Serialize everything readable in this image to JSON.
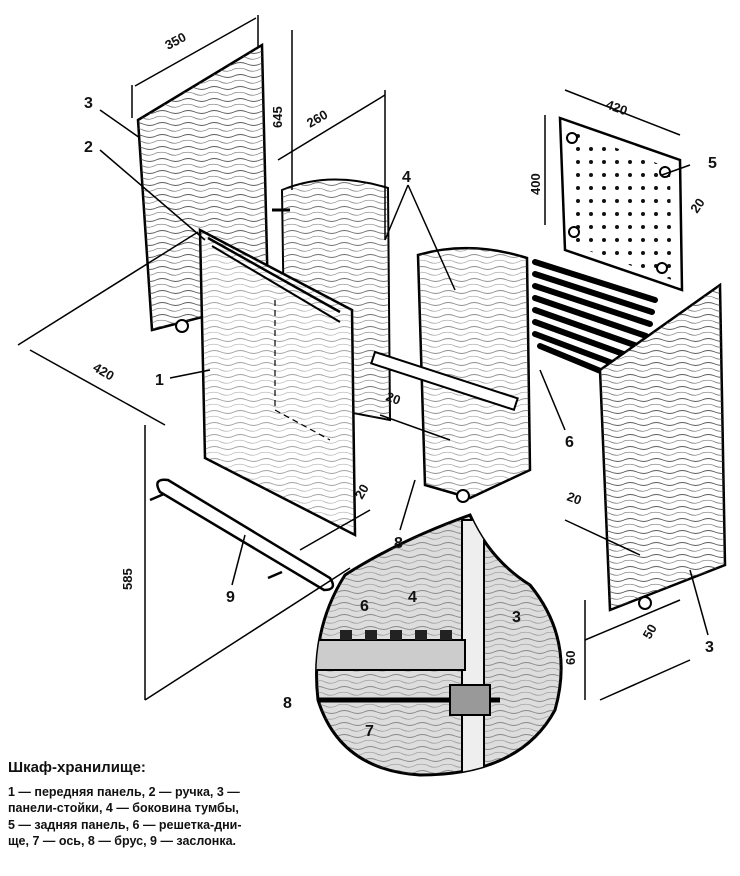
{
  "diagram": {
    "dimensions": {
      "d350": "350",
      "d645": "645",
      "d260": "260",
      "d420_top": "420",
      "d400": "400",
      "d20_top": "20",
      "d420_left": "420",
      "d20_mid": "20",
      "d20_bottom": "20",
      "d585": "585",
      "d20_right": "20",
      "d50": "50",
      "d60": "60"
    },
    "callouts": {
      "c3_top": "3",
      "c2": "2",
      "c4_top": "4",
      "c5": "5",
      "c1": "1",
      "c6": "6",
      "c8": "8",
      "c9": "9",
      "c3_bottom": "3",
      "d_6": "6",
      "d_4": "4",
      "d_3": "3",
      "d_8": "8",
      "d_7": "7"
    }
  },
  "caption": {
    "title": "Шкаф-хранилище:",
    "lines": [
      "1 — передняя панель, 2 — ручка, 3 —",
      "панели-стойки, 4 — боковина тумбы,",
      "5 — задняя панель, 6 — решетка-дни-",
      "ще, 7 — ось, 8 — брус, 9 — заслонка."
    ]
  }
}
